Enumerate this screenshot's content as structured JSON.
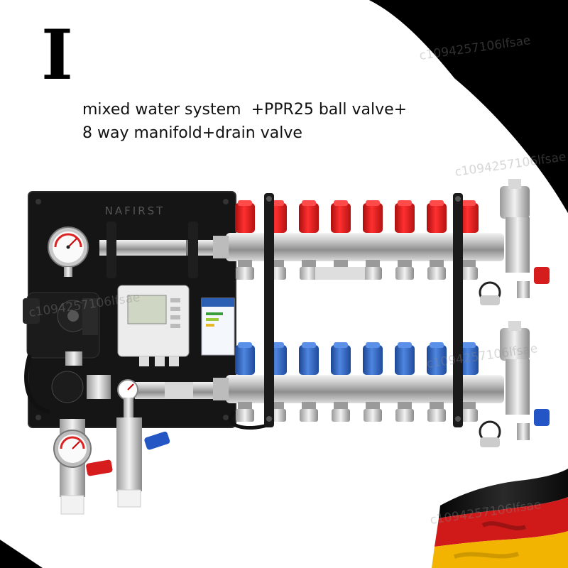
{
  "numeral": "I",
  "caption": {
    "line1": "mixed water system  +PPR25 ball valve+",
    "line2": "8 way manifold+drain valve"
  },
  "brand": "NAFIRST",
  "watermark": "c1094257106lfsae",
  "manifold": {
    "outlets": 8,
    "supply_cap_color": "#e01b1b",
    "return_cap_color": "#2a62c4"
  },
  "colors": {
    "background": "#000000",
    "panel": "#141414",
    "chrome": "#c9c9c9",
    "flag_black": "#111111",
    "flag_red": "#d01a1a",
    "flag_gold": "#f2b400"
  }
}
